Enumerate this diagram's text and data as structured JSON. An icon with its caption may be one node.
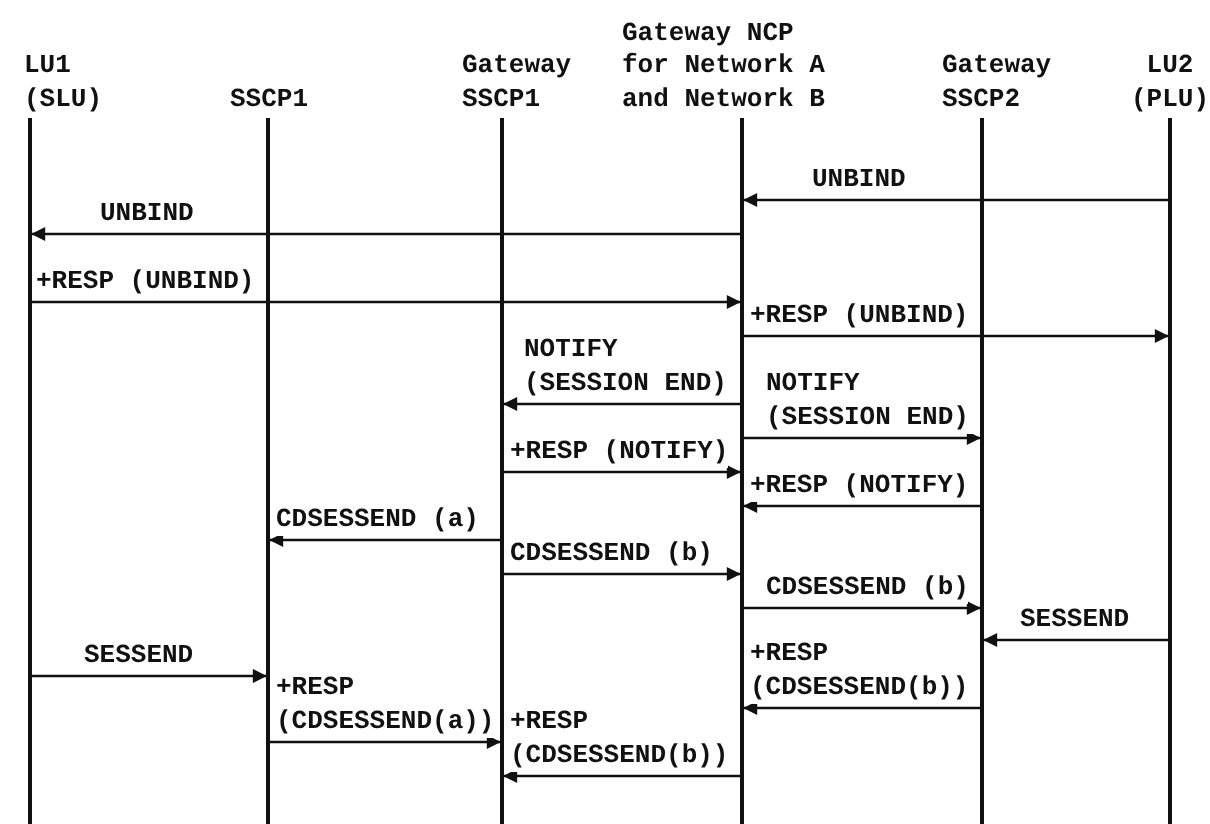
{
  "diagram": {
    "nodes": [
      {
        "text": [
          "LU1 (SLU)"
        ]
      },
      {
        "text": [
          "SSCP1"
        ]
      },
      {
        "text": [
          "Gateway SSCP1"
        ]
      },
      {
        "text": [
          "Gateway NCP for Network A and Network B"
        ]
      },
      {
        "text": [
          "Gateway SSCP2"
        ]
      },
      {
        "text": [
          "LU2 (PLU)"
        ]
      }
    ],
    "edges": [
      {
        "from": 5,
        "to": 3,
        "arrow": "to",
        "label": "UNBIND"
      },
      {
        "from": 3,
        "to": 0,
        "arrow": "to",
        "label": "UNBIND"
      },
      {
        "from": 0,
        "to": 3,
        "arrow": "to",
        "label": "+RESP (UNBIND)"
      },
      {
        "from": 3,
        "to": 5,
        "arrow": "to",
        "label": "+RESP (UNBIND)"
      },
      {
        "from": 3,
        "to": 2,
        "arrow": "to",
        "label": "NOTIFY (SESSION END)"
      },
      {
        "from": 3,
        "to": 4,
        "arrow": "to",
        "label": "NOTIFY (SESSION END)"
      },
      {
        "from": 2,
        "to": 3,
        "arrow": "to",
        "label": "+RESP (NOTIFY)"
      },
      {
        "from": 4,
        "to": 3,
        "arrow": "to",
        "label": "+RESP (NOTIFY)"
      },
      {
        "from": 2,
        "to": 1,
        "arrow": "to",
        "label": "CDSESSEND (a)"
      },
      {
        "from": 2,
        "to": 3,
        "arrow": "to",
        "label": "CDSESSEND (b)"
      },
      {
        "from": 3,
        "to": 4,
        "arrow": "to",
        "label": "CDSESSEND (b)"
      },
      {
        "from": 5,
        "to": 4,
        "arrow": "to",
        "label": "SESSEND"
      },
      {
        "from": 0,
        "to": 1,
        "arrow": "to",
        "label": "SESSEND"
      },
      {
        "from": 4,
        "to": 3,
        "arrow": "to",
        "label": "+RESP (CDSESSEND(b))"
      },
      {
        "from": 1,
        "to": 2,
        "arrow": "to",
        "label": "+RESP (CDSESSEND(a))"
      },
      {
        "from": 3,
        "to": 2,
        "arrow": "to",
        "label": "+RESP (CDSESSEND(b))"
      }
    ]
  }
}
